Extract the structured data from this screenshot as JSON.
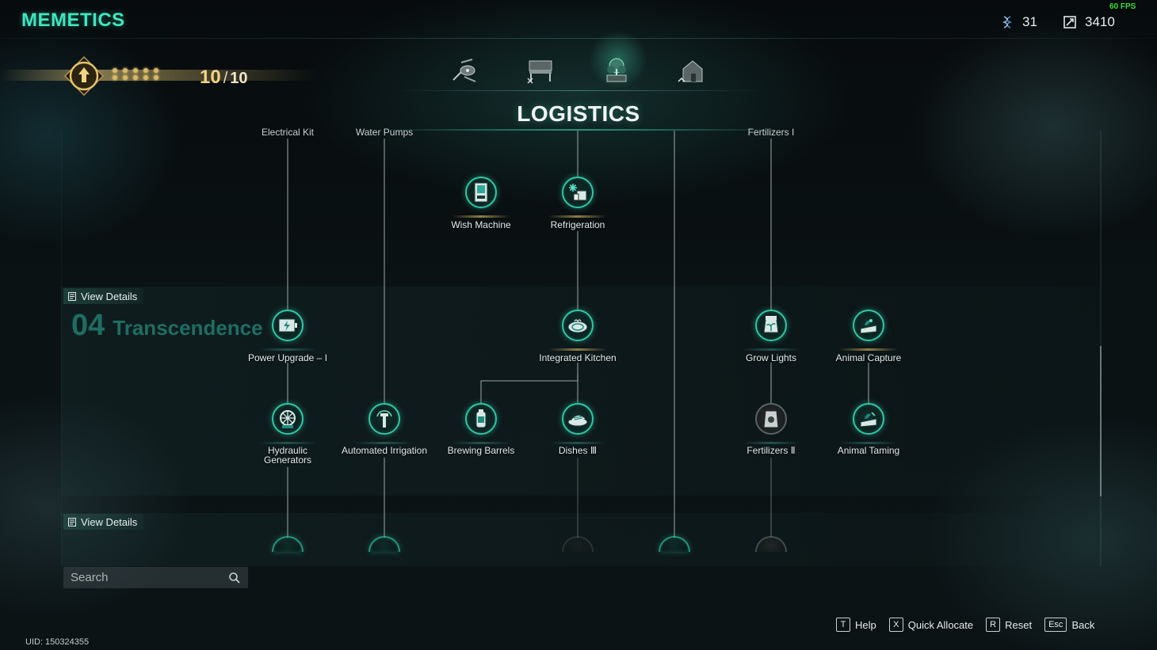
{
  "header": {
    "title": "MEMETICS",
    "fps": "60 FPS",
    "resource_a_value": "31",
    "resource_b_value": "3410"
  },
  "level": {
    "current": "10",
    "separator": "/",
    "max": "10",
    "pips_filled": 10
  },
  "tabs": [
    {
      "icon": "drone-icon"
    },
    {
      "icon": "workbench-icon"
    },
    {
      "icon": "plant-icon",
      "active": true
    },
    {
      "icon": "house-icon"
    }
  ],
  "page_title": "LOGISTICS",
  "parents": {
    "p1": "Electrical Kit",
    "p2": "Water Pumps",
    "p3": "Fertilizers I"
  },
  "tier": {
    "view_details": "View Details",
    "number": "04",
    "name": "Transcendence"
  },
  "next_tier": {
    "view_details": "View Details"
  },
  "nodes": {
    "wish_machine": "Wish Machine",
    "refrigeration": "Refrigeration",
    "power_upgrade": "Power Upgrade – I",
    "integrated_kitchen": "Integrated Kitchen",
    "grow_lights": "Grow Lights",
    "animal_capture": "Animal Capture",
    "hydraulic_1": "Hydraulic",
    "hydraulic_2": "Generators",
    "automated_irrigation": "Automated Irrigation",
    "brewing_barrels": "Brewing Barrels",
    "dishes_3": "Dishes Ⅲ",
    "fertilizers_2": "Fertilizers Ⅱ",
    "animal_taming": "Animal Taming"
  },
  "search": {
    "placeholder": "Search"
  },
  "uid": "UID: 150324355",
  "hotkeys": [
    {
      "key": "T",
      "label": "Help"
    },
    {
      "key": "X",
      "label": "Quick Allocate"
    },
    {
      "key": "R",
      "label": "Reset"
    },
    {
      "key": "Esc",
      "label": "Back"
    }
  ],
  "colors": {
    "accent": "#3fe6c0",
    "gold": "#f2d483",
    "node_ring": "#2fc7a6"
  }
}
